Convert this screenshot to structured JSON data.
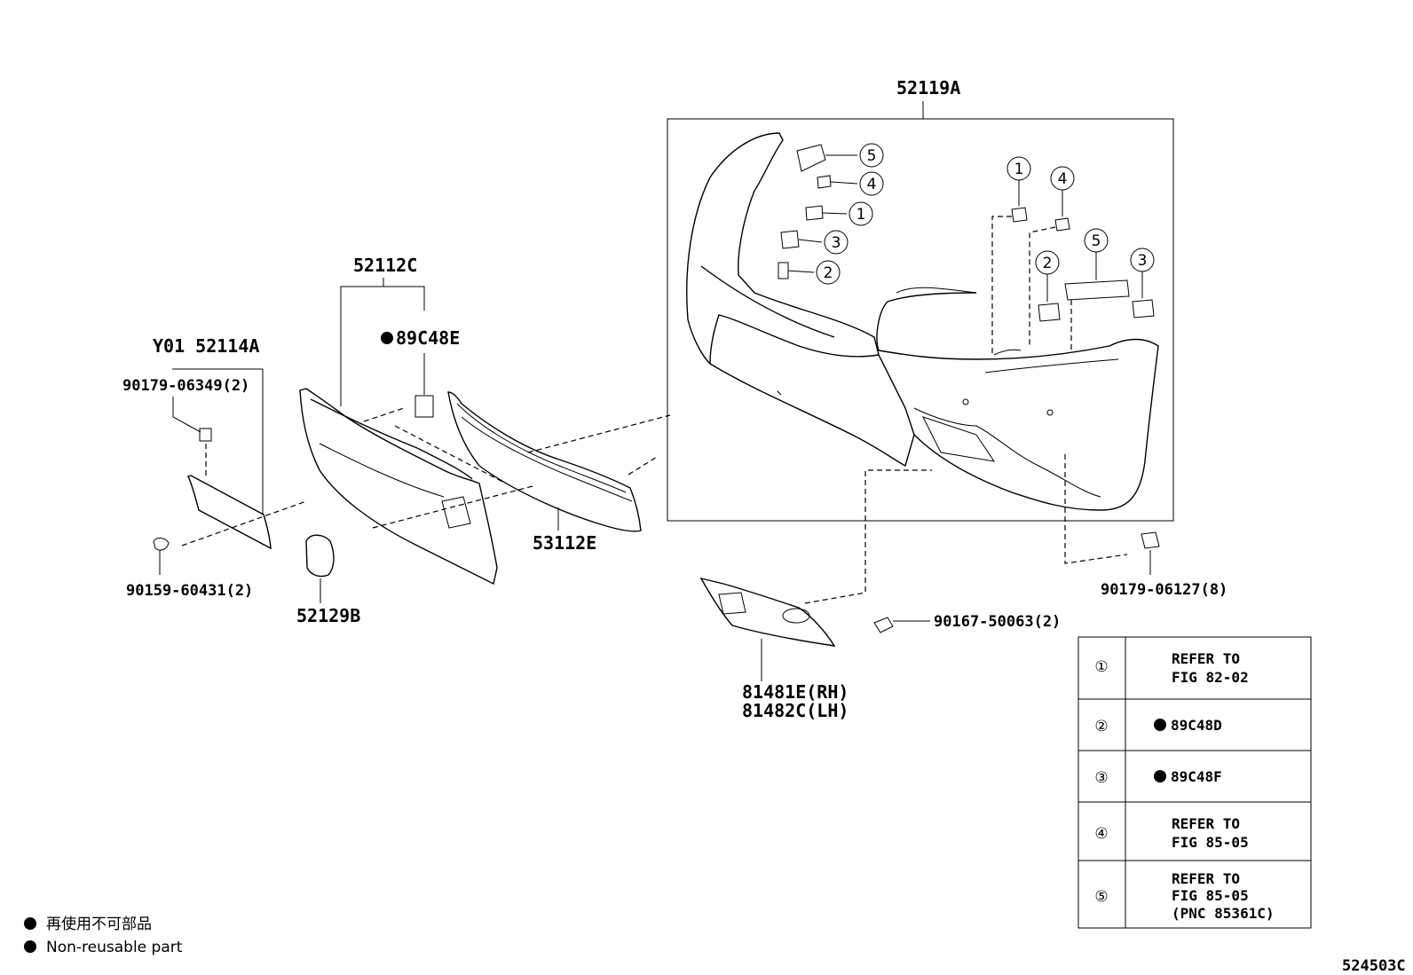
{
  "diagram_id": "524503C",
  "parts": {
    "bumper_cover": "52119A",
    "grille": "52112C",
    "grille_clip": "89C48E",
    "license_bracket": "Y01 52114A",
    "license_nut": "90179-06349(2)",
    "license_screw": "90159-60431(2)",
    "hole_cover": "52129B",
    "lower_grille": "53112E",
    "fog_cover_rh": "81481E(RH)",
    "fog_cover_lh": "81482C(LH)",
    "fog_screw": "90167-50063(2)",
    "bumper_nut": "90179-06127(8)"
  },
  "callouts": [
    "1",
    "2",
    "3",
    "4",
    "5"
  ],
  "legend_circled": [
    "①",
    "②",
    "③",
    "④",
    "⑤"
  ],
  "table": [
    {
      "num": "①",
      "lines": [
        "REFER TO",
        "FIG 82-02"
      ],
      "nonreusable": false
    },
    {
      "num": "②",
      "lines": [
        "89C48D"
      ],
      "nonreusable": true
    },
    {
      "num": "③",
      "lines": [
        "89C48F"
      ],
      "nonreusable": true
    },
    {
      "num": "④",
      "lines": [
        "REFER TO",
        "FIG 85-05"
      ],
      "nonreusable": false
    },
    {
      "num": "⑤",
      "lines": [
        "REFER TO",
        "FIG 85-05",
        "(PNC 85361C)"
      ],
      "nonreusable": false
    }
  ],
  "legend": {
    "jp": "再使用不可部品",
    "en": "Non-reusable part"
  }
}
